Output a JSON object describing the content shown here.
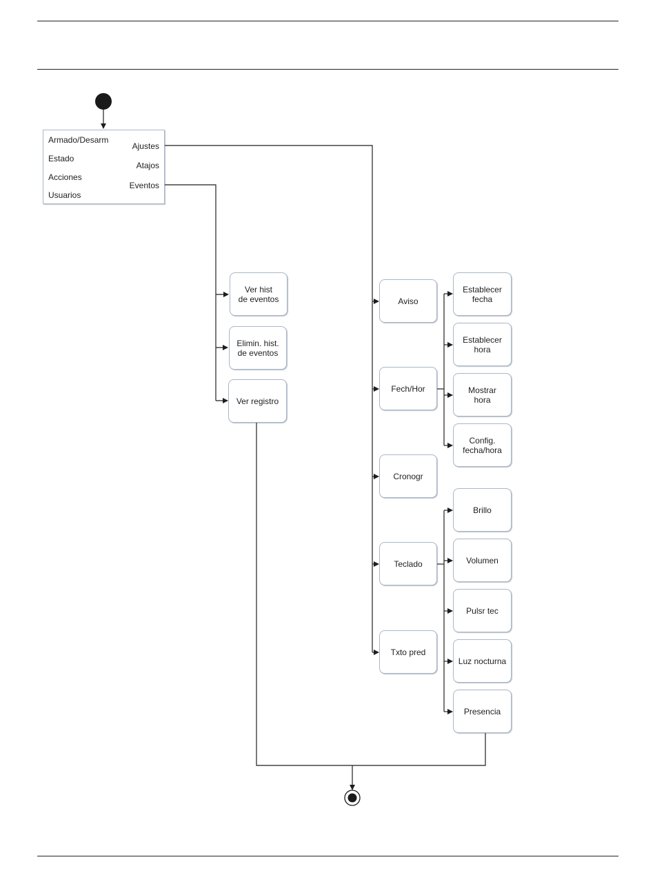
{
  "menu": {
    "left_items": [
      "Armado/Desarm",
      "Estado",
      "Acciones",
      "Usuarios"
    ],
    "right_items": [
      "Ajustes",
      "Atajos",
      "Eventos"
    ]
  },
  "events_branch": [
    "Ver hist\nde eventos",
    "Elimin. hist.\nde eventos",
    "Ver registro"
  ],
  "settings_branch": [
    "Aviso",
    "Fech/Hor",
    "Cronogr",
    "Teclado",
    "Txto pred"
  ],
  "date_time_branch": [
    "Establecer\nfecha",
    "Establecer\nhora",
    "Mostrar\nhora",
    "Config.\nfecha/hora"
  ],
  "keypad_branch": [
    "Brillo",
    "Volumen",
    "Pulsr tec",
    "Luz nocturna",
    "Presencia"
  ],
  "colors": {
    "line": "#1e1e1e",
    "box_border": "#a9b6c6",
    "node": "#1a1a1a"
  }
}
